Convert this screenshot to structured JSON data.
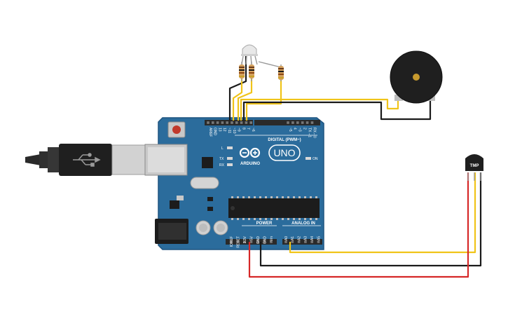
{
  "board": {
    "name_label": "UNO",
    "brand_label": "ARDUINO",
    "digital_label": "DIGITAL (PWM~)",
    "power_label": "POWER",
    "analog_label": "ANALOG IN",
    "on_label": "ON",
    "l_label": "L",
    "tx_label": "TX",
    "rx_label": "RX",
    "digital_pins": [
      "AREF",
      "GND",
      "13",
      "12",
      "~11",
      "~10",
      "~9",
      "8",
      "7",
      "~6",
      "~5",
      "4",
      "~3",
      "2",
      "TX→1",
      "RX←0"
    ],
    "power_pins": [
      "IOREF",
      "RESET",
      "3.3V",
      "5V",
      "GND",
      "GND",
      "Vin"
    ],
    "analog_pins": [
      "A0",
      "A1",
      "A2",
      "A3",
      "A4",
      "A5"
    ]
  },
  "sensor": {
    "label": "TMP"
  },
  "colors": {
    "board": "#2b6c9c",
    "board_edge": "#1f5580",
    "wire_yellow": "#f0c419",
    "wire_red": "#d62828",
    "wire_black": "#1a1a1a",
    "header": "#2a2a2a",
    "chip": "#1c1c1c"
  },
  "components": [
    "usb-cable",
    "arduino-uno",
    "rgb-led",
    "resistor",
    "piezo-buzzer",
    "temperature-sensor"
  ]
}
